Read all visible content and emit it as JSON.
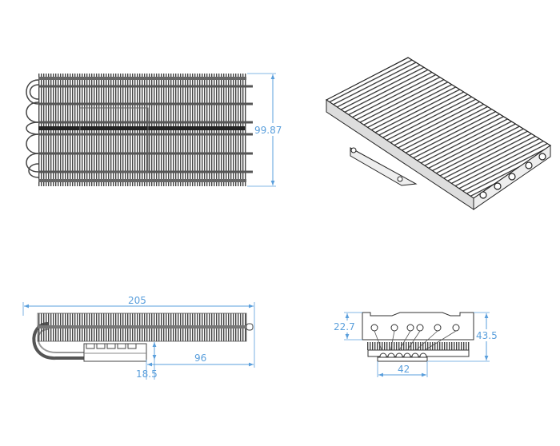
{
  "colors": {
    "dimension": "#5a9fdc",
    "line": "#333333",
    "fin": "#555555"
  },
  "views": {
    "top": {
      "height_label": "99.87"
    },
    "side": {
      "length_label": "205",
      "offset_label": "96",
      "block_label": "18.5"
    },
    "front": {
      "fin_height_label": "22.7",
      "total_height_label": "43.5",
      "base_width_label": "42"
    }
  }
}
